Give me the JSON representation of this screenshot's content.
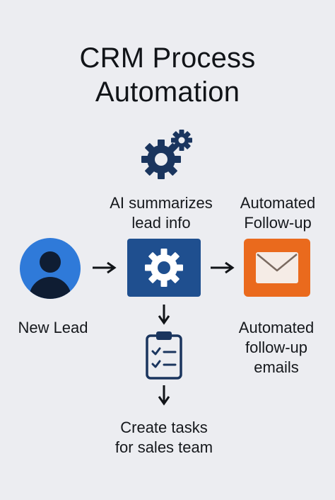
{
  "title": {
    "line1": "CRM Process",
    "line2": "Automation"
  },
  "nodes": {
    "new_lead": {
      "label": "New Lead",
      "icon": "user-avatar-icon"
    },
    "ai": {
      "label_line1": "AI summarizes",
      "label_line2": "lead info",
      "icon": "gear-icon"
    },
    "followup_top": {
      "label_line1": "Automated",
      "label_line2": "Follow-up",
      "icon": "envelope-icon"
    },
    "followup_emails": {
      "label_line1": "Automated",
      "label_line2": "follow-up",
      "label_line3": "emails"
    },
    "tasks": {
      "label_line1": "Create tasks",
      "label_line2": "for sales team",
      "icon": "clipboard-checklist-icon"
    }
  },
  "colors": {
    "background": "#ecedf1",
    "navy": "#1f4f8f",
    "dark_navy": "#1a355e",
    "blue": "#2f7ad9",
    "orange": "#ea6a1d",
    "mail_paper": "#f5ece6"
  }
}
